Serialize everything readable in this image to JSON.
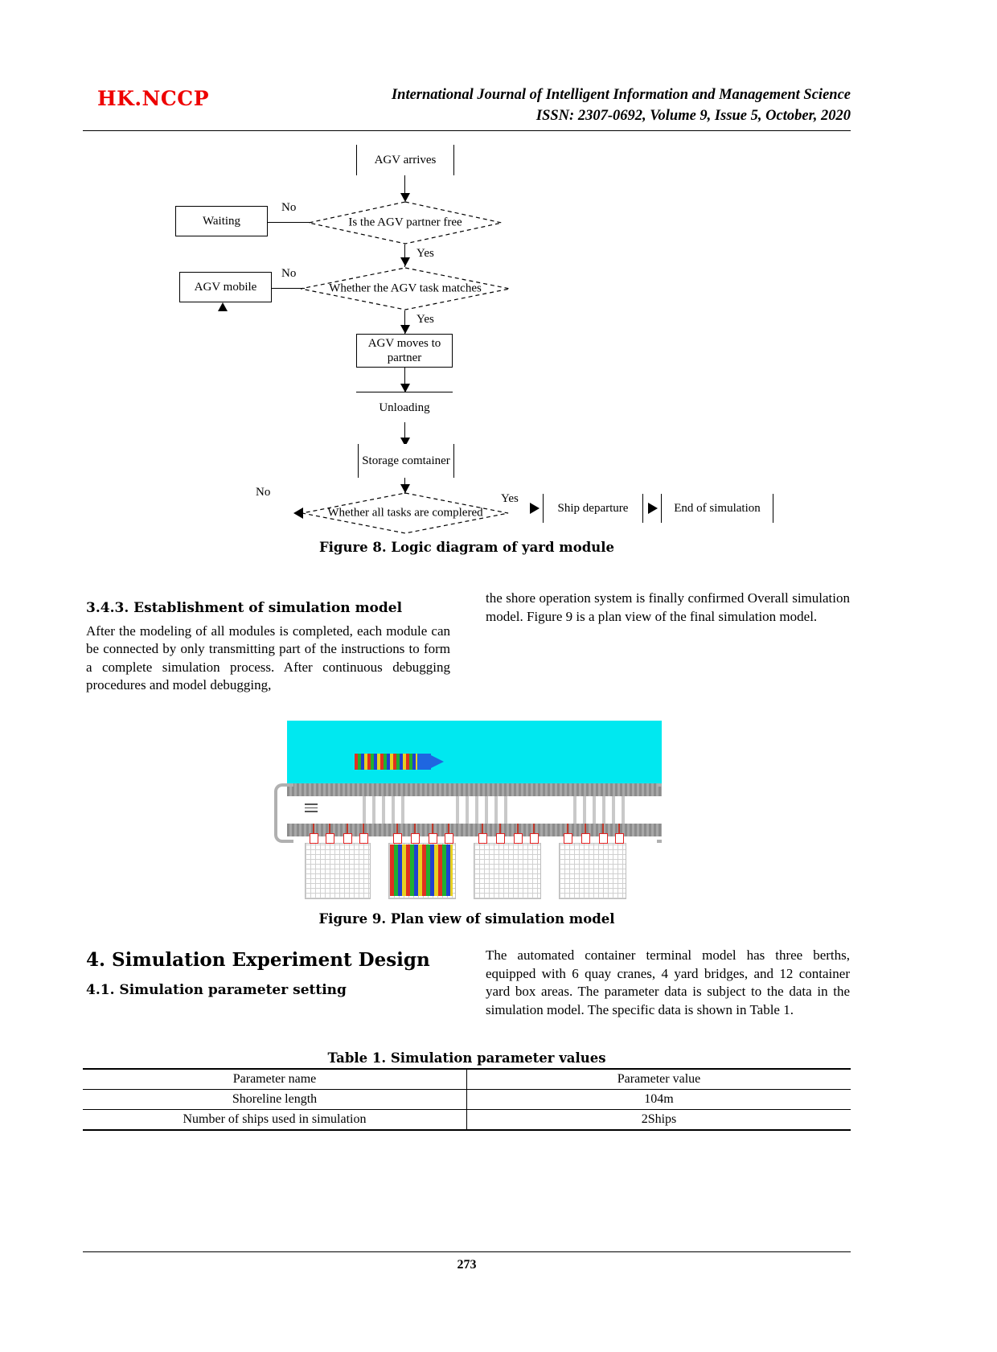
{
  "header": {
    "logo": "HK.NCCP",
    "journal_title": "International Journal of Intelligent Information and Management Science",
    "issn_line": "ISSN: 2307-0692, Volume 9, Issue 5, October, 2020"
  },
  "figure8": {
    "caption": "Figure 8. Logic diagram of yard module",
    "nodes": {
      "agv_arrives": "AGV arrives",
      "waiting": "Waiting",
      "partner_free": "Is the AGV partner free",
      "agv_mobile": "AGV mobile",
      "task_matches": "Whether the AGV task matches",
      "moves_to_partner": "AGV moves to partner",
      "unloading": "Unloading",
      "storage_container": "Storage comtainer",
      "all_tasks": "Whether all tasks are complered",
      "ship_departure": "Ship departure",
      "end_of_simulation": "End of simulation"
    },
    "edges": {
      "no1": "No",
      "yes1": "Yes",
      "no2": "No",
      "yes2": "Yes",
      "no3": "No",
      "yes3": "Yes"
    }
  },
  "left_column": {
    "section_heading": "3.4.3. Establishment of simulation model",
    "paragraph": "After the modeling of all modules is completed, each module can be connected by only transmitting part of the instructions to form a complete simulation process. After continuous debugging procedures and model debugging,"
  },
  "right_column_top": {
    "paragraph": "the shore operation system is finally confirmed Overall simulation model. Figure 9 is a plan view of the final simulation model."
  },
  "figure9": {
    "caption": "Figure 9. Plan view of simulation model"
  },
  "section4": {
    "heading": "4. Simulation Experiment Design",
    "sub_heading": "4.1. Simulation parameter setting",
    "paragraph": "The automated container terminal model has three berths, equipped with 6 quay cranes, 4 yard bridges, and 12 container yard box areas. The parameter data is subject to the data in the simulation model. The specific data is shown in Table 1."
  },
  "table1": {
    "caption": "Table 1. Simulation parameter values",
    "columns": [
      "Parameter name",
      "Parameter value"
    ],
    "rows": [
      [
        "Shoreline length",
        "104m"
      ],
      [
        "Number of ships used in simulation",
        "2Ships"
      ]
    ]
  },
  "footer": {
    "page_number": "273"
  },
  "colors": {
    "logo_red": "#ee0000",
    "water_cyan": "#00e8f0",
    "ship_blue": "#1f66e0"
  }
}
